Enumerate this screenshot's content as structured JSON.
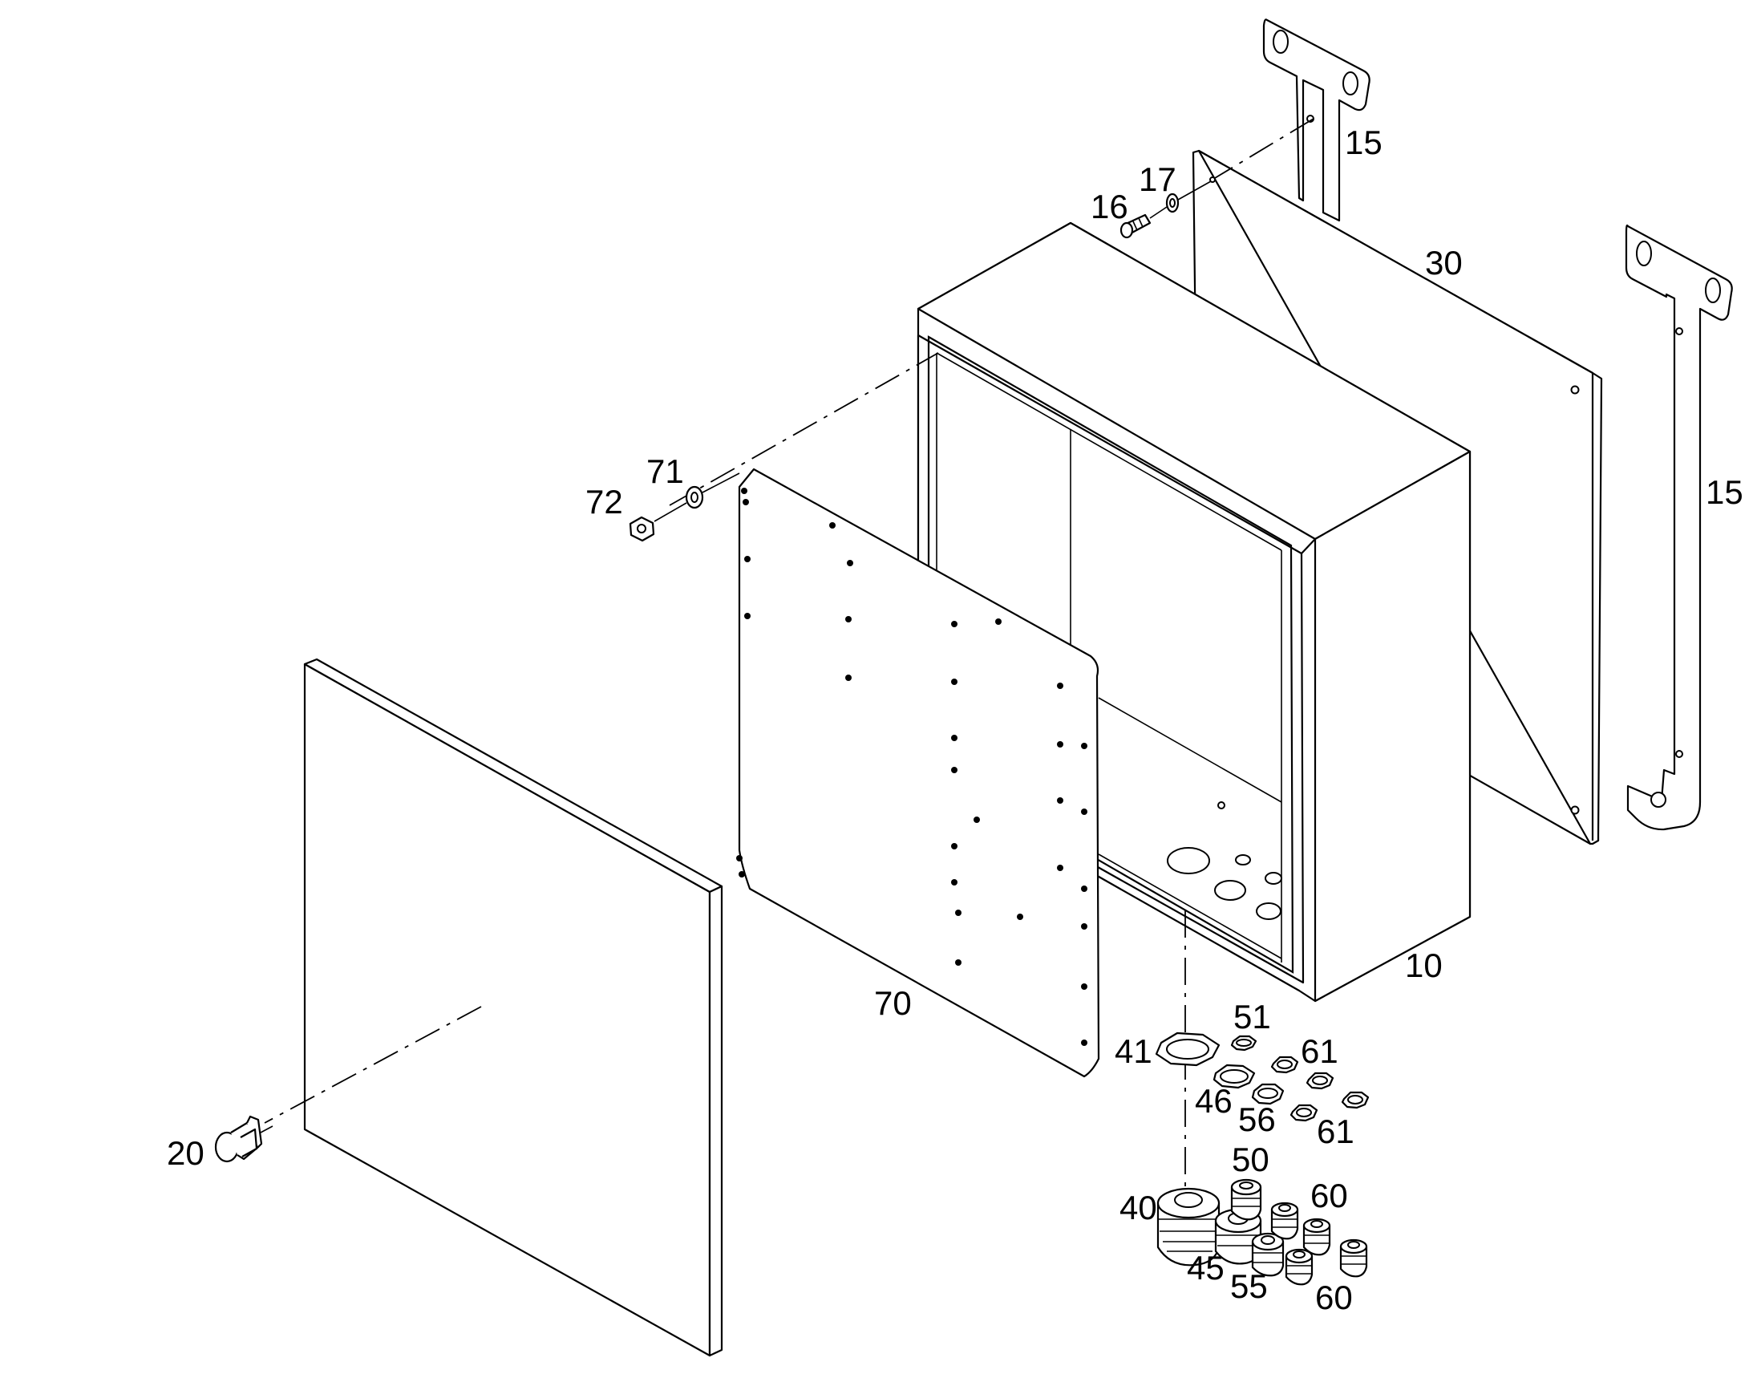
{
  "callouts": {
    "c15_top": "15",
    "c15_right": "15",
    "c16": "16",
    "c17": "17",
    "c30": "30",
    "c72": "72",
    "c71": "71",
    "c70": "70",
    "c10": "10",
    "c20": "20",
    "c51": "51",
    "c41": "41",
    "c61_top": "61",
    "c46": "46",
    "c56": "56",
    "c61_bottom": "61",
    "c50": "50",
    "c40": "40",
    "c60_top": "60",
    "c45": "45",
    "c55": "55",
    "c60_bottom": "60"
  },
  "colors": {
    "line": "#000000",
    "background": "#ffffff"
  }
}
